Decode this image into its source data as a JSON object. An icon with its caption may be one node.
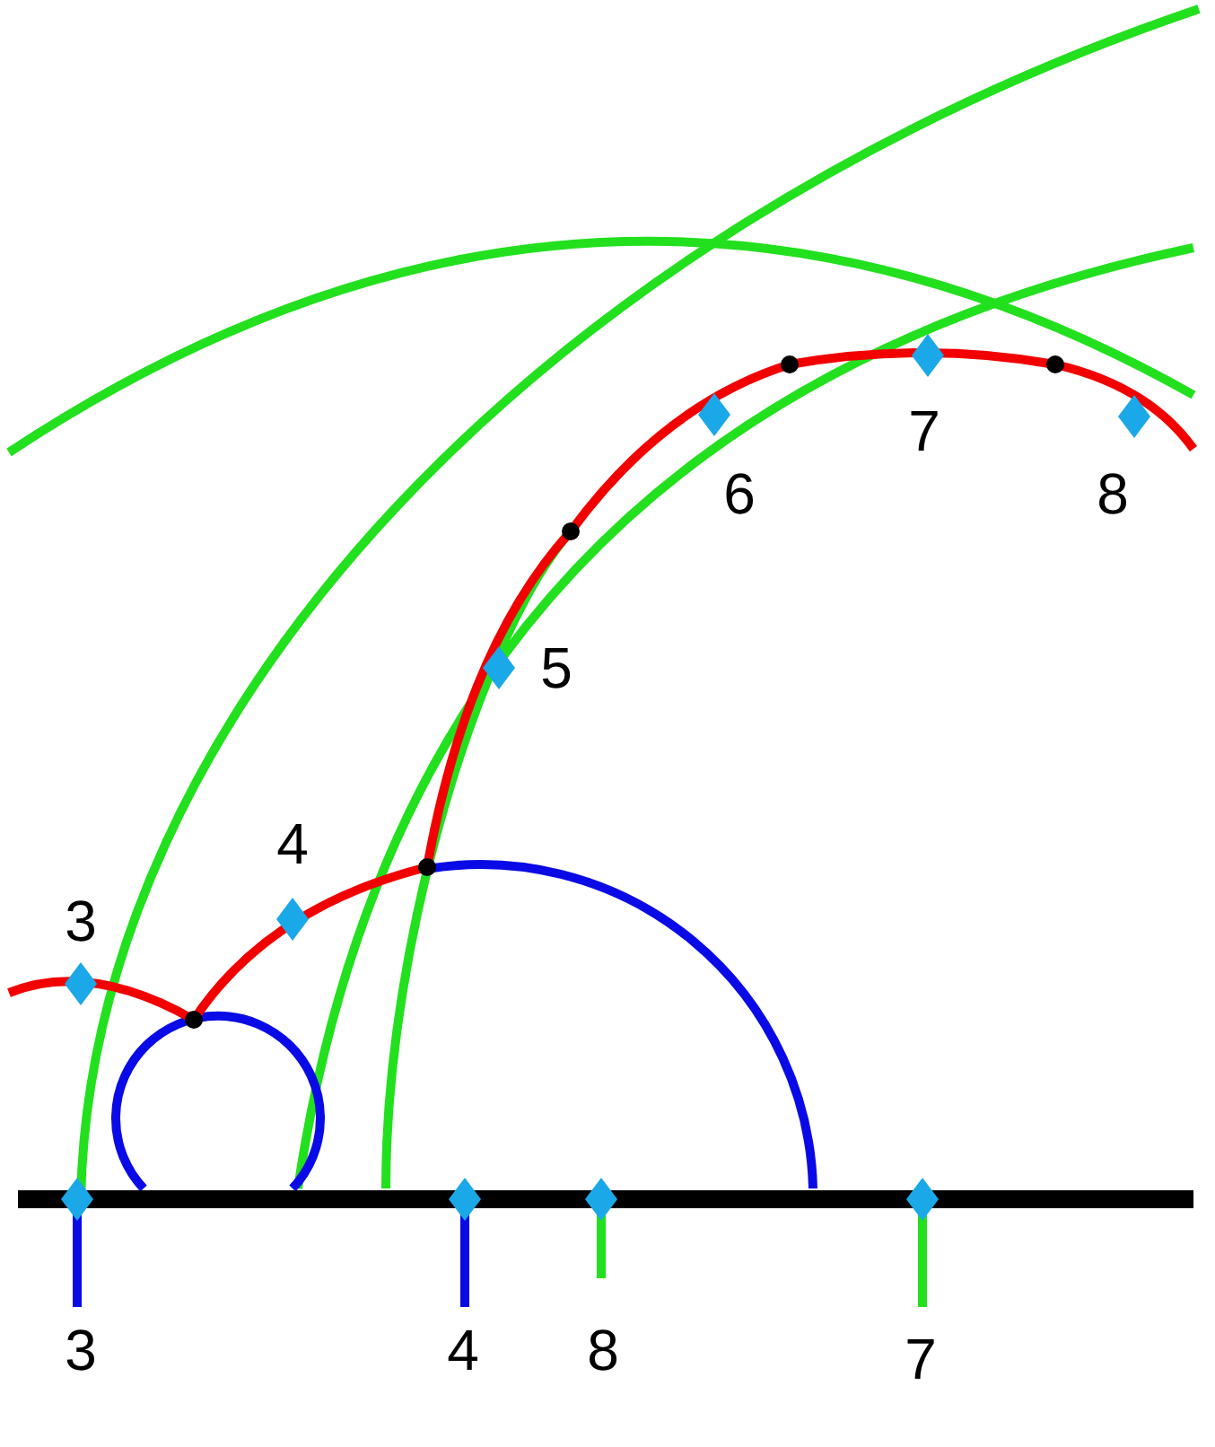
{
  "diagram": {
    "labels": [
      "7",
      "6",
      "8",
      "5",
      "4",
      "3",
      "3",
      "4",
      "8",
      "7"
    ]
  }
}
